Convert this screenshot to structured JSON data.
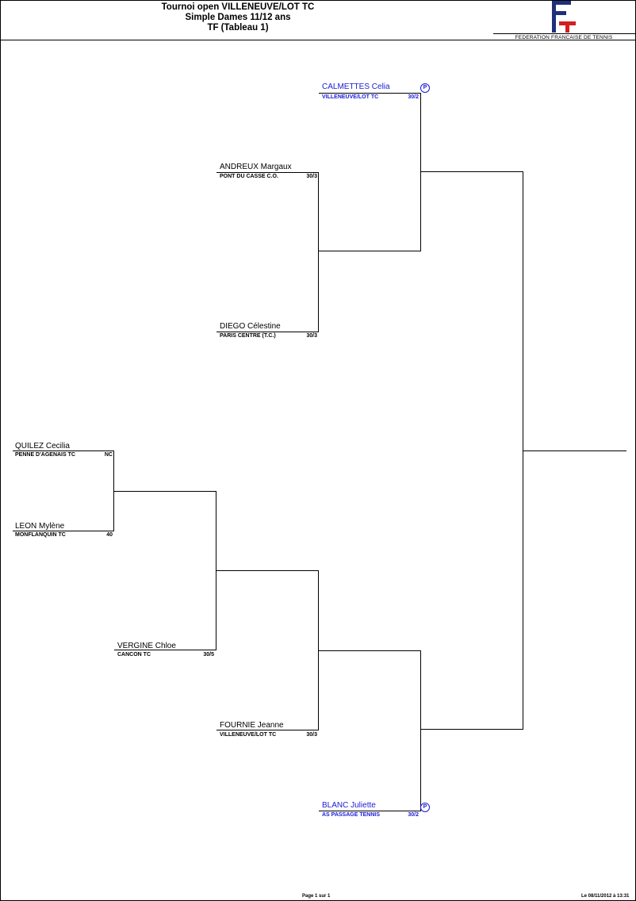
{
  "header": {
    "title_line1": "Tournoi open VILLENEUVE/LOT TC",
    "title_line2": "Simple Dames 11/12 ans",
    "title_line3": "TF (Tableau 1)",
    "federation": "FEDERATION FRANCAISE DE TENNIS"
  },
  "players": {
    "calmettes": {
      "name": "CALMETTES Celia",
      "club": "VILLENEUVE/LOT TC",
      "rank": "30/2",
      "seed": "P"
    },
    "andreux": {
      "name": "ANDREUX Margaux",
      "club": "PONT DU CASSE C.O.",
      "rank": "30/3"
    },
    "diego": {
      "name": "DIEGO Célestine",
      "club": "PARIS CENTRE (T.C.)",
      "rank": "30/3"
    },
    "quilez": {
      "name": "QUILEZ Cecilia",
      "club": "PENNE D'AGENAIS TC",
      "rank": "NC"
    },
    "leon": {
      "name": "LEON Mylène",
      "club": "MONFLANQUIN TC",
      "rank": "40"
    },
    "vergine": {
      "name": "VERGINE Chloe",
      "club": "CANCON TC",
      "rank": "30/5"
    },
    "fournie": {
      "name": "FOURNIE Jeanne",
      "club": "VILLENEUVE/LOT TC",
      "rank": "30/3"
    },
    "blanc": {
      "name": "BLANC Juliette",
      "club": "AS PASSAGE TENNIS",
      "rank": "30/2",
      "seed": "P"
    }
  },
  "footer": {
    "page": "Page 1 sur 1",
    "date": "Le 08/11/2012 à 13:31"
  }
}
